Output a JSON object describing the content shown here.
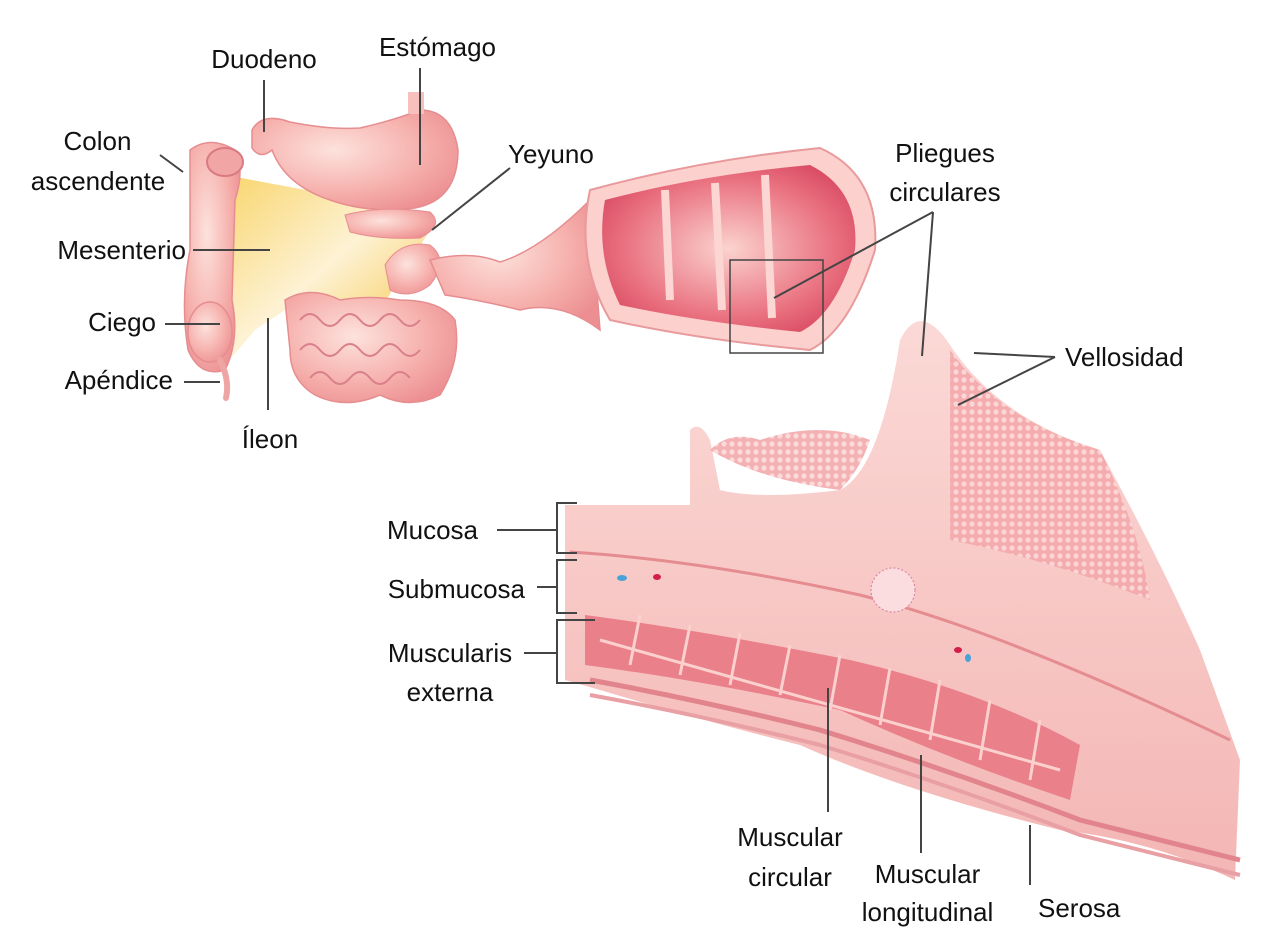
{
  "diagram": {
    "subject": "Intestino delgado y capas de la pared intestinal",
    "colors": {
      "tissue": "#f4a6a6",
      "tissue_dark": "#e56a7c",
      "tissue_light": "#fbd7d3",
      "mesentery": "#f7c94a",
      "leader": "#444444"
    },
    "labels": {
      "duodeno": "Duodeno",
      "estomago": "Estómago",
      "colon_1": "Colon",
      "colon_2": "ascendente",
      "yeyuno": "Yeyuno",
      "mesenterio": "Mesenterio",
      "ciego": "Ciego",
      "apendice": "Apéndice",
      "ileon": "Íleon",
      "pliegues_1": "Pliegues",
      "pliegues_2": "circulares",
      "vellosidad": "Vellosidad",
      "mucosa": "Mucosa",
      "submucosa": "Submucosa",
      "muscularis_1": "Muscularis",
      "muscularis_2": "externa",
      "muscular_circular_1": "Muscular",
      "muscular_circular_2": "circular",
      "muscular_longitudinal_1": "Muscular",
      "muscular_longitudinal_2": "longitudinal",
      "serosa": "Serosa"
    }
  }
}
